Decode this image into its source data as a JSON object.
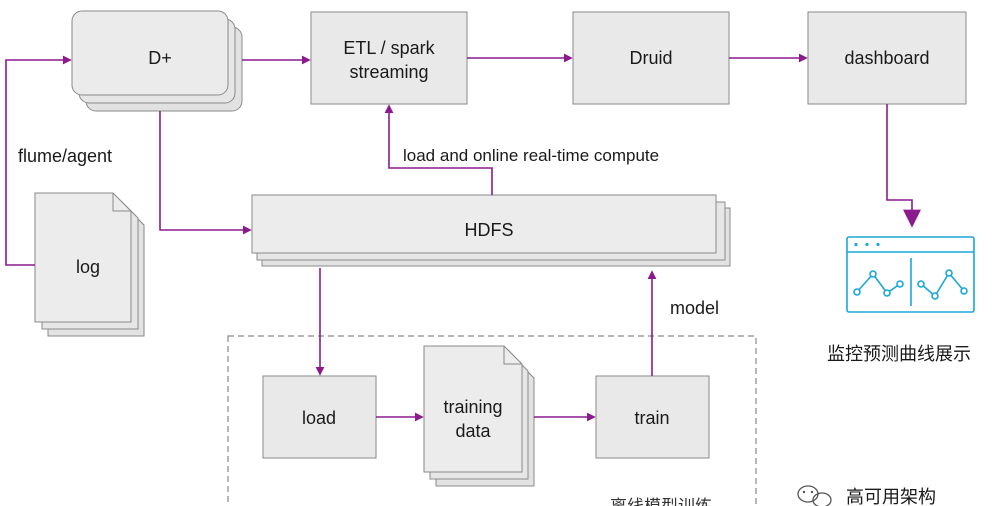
{
  "colors": {
    "arrow": "#8b1a8f",
    "box_fill": "#e9e9e9",
    "box_stroke": "#8a8a8a",
    "icon": "#1aa8d8"
  },
  "nodes": {
    "d_plus": "D+",
    "etl": [
      "ETL / spark",
      "streaming"
    ],
    "druid": "Druid",
    "dashboard": "dashboard",
    "hdfs": "HDFS",
    "log": "log",
    "load": "load",
    "training_data": [
      "training",
      "data"
    ],
    "train": "train"
  },
  "edge_labels": {
    "flume_agent": "flume/agent",
    "load_online": "load and online real-time compute",
    "model": "model"
  },
  "monitor": {
    "icon": "line-chart-monitor-icon",
    "caption": "监控预测曲线展示"
  },
  "region": {
    "offline_training": "离线模型训练"
  },
  "watermark": {
    "icon": "wechat-icon",
    "text": "高可用架构"
  }
}
